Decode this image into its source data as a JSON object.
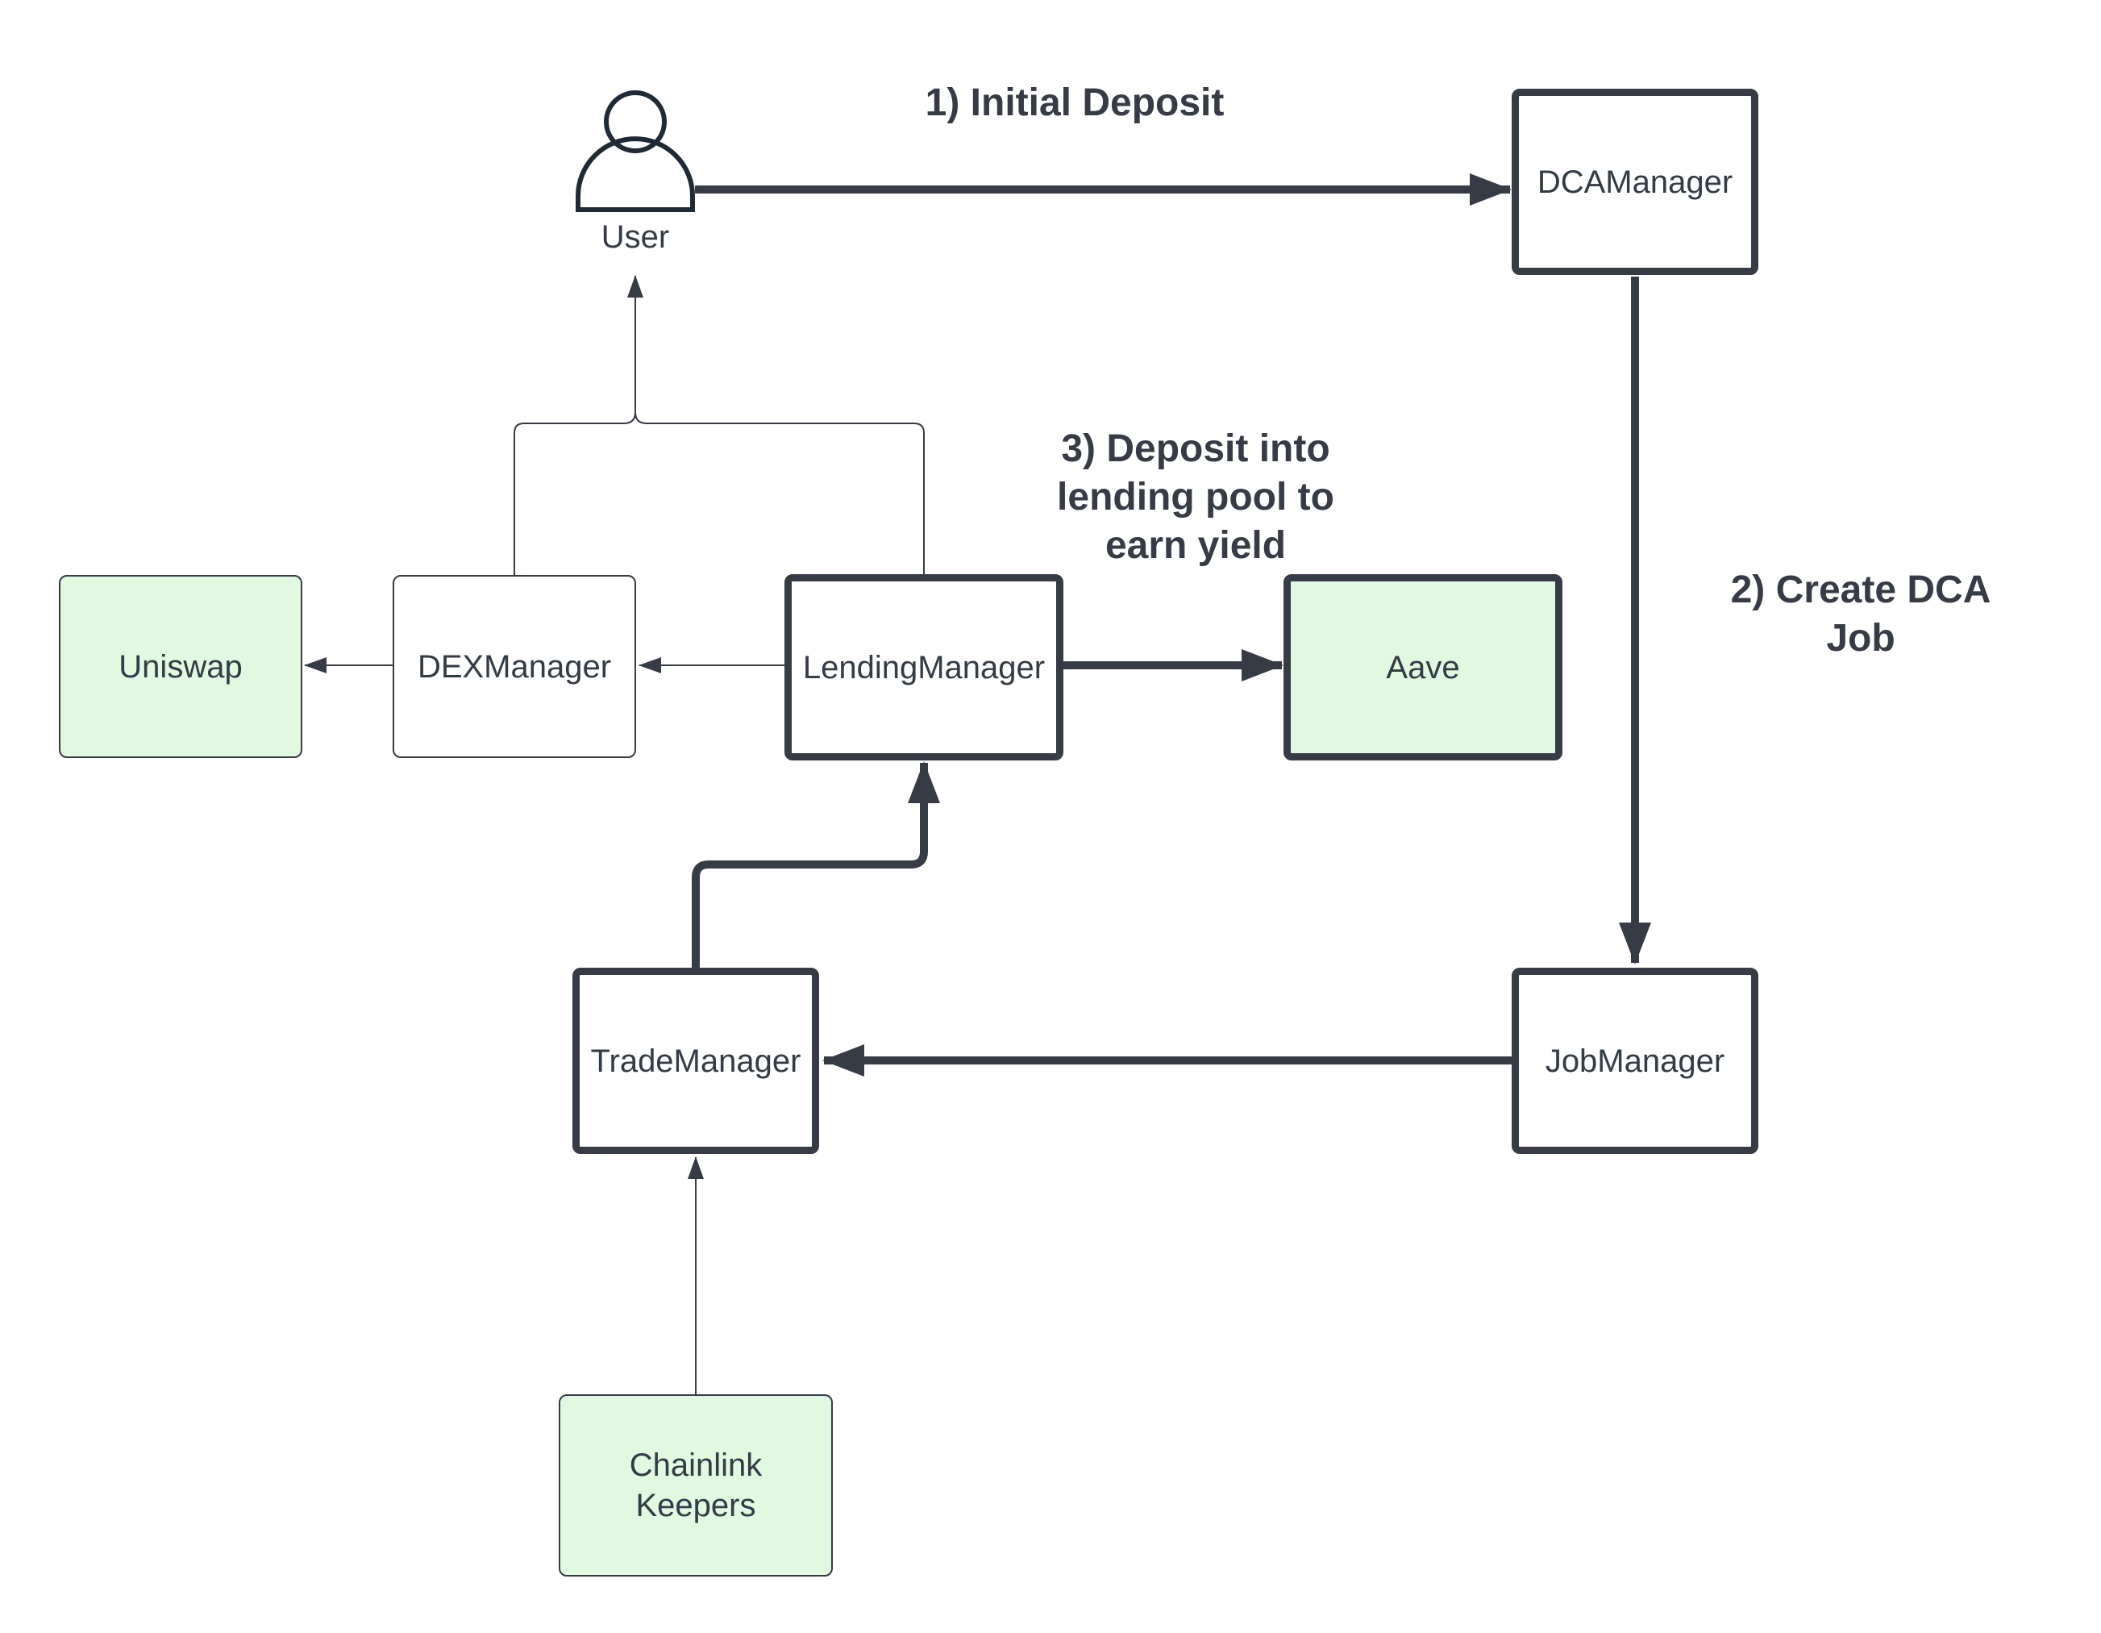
{
  "nodes": {
    "user": "User",
    "dca_manager": "DCAManager",
    "uniswap": "Uniswap",
    "dex_manager": "DEXManager",
    "lending_manager": "LendingManager",
    "aave": "Aave",
    "trade_manager": "TradeManager",
    "job_manager": "JobManager",
    "chainlink_keepers": "Chainlink\nKeepers"
  },
  "edge_labels": {
    "initial_deposit": "1) Initial Deposit",
    "create_dca_job": "2) Create DCA\nJob",
    "deposit_lending": "3) Deposit into\nlending pool to\nearn yield"
  },
  "colors": {
    "stroke": "#363b45",
    "external_fill": "#e1f9e1"
  },
  "icons": {
    "user": "person-icon"
  }
}
